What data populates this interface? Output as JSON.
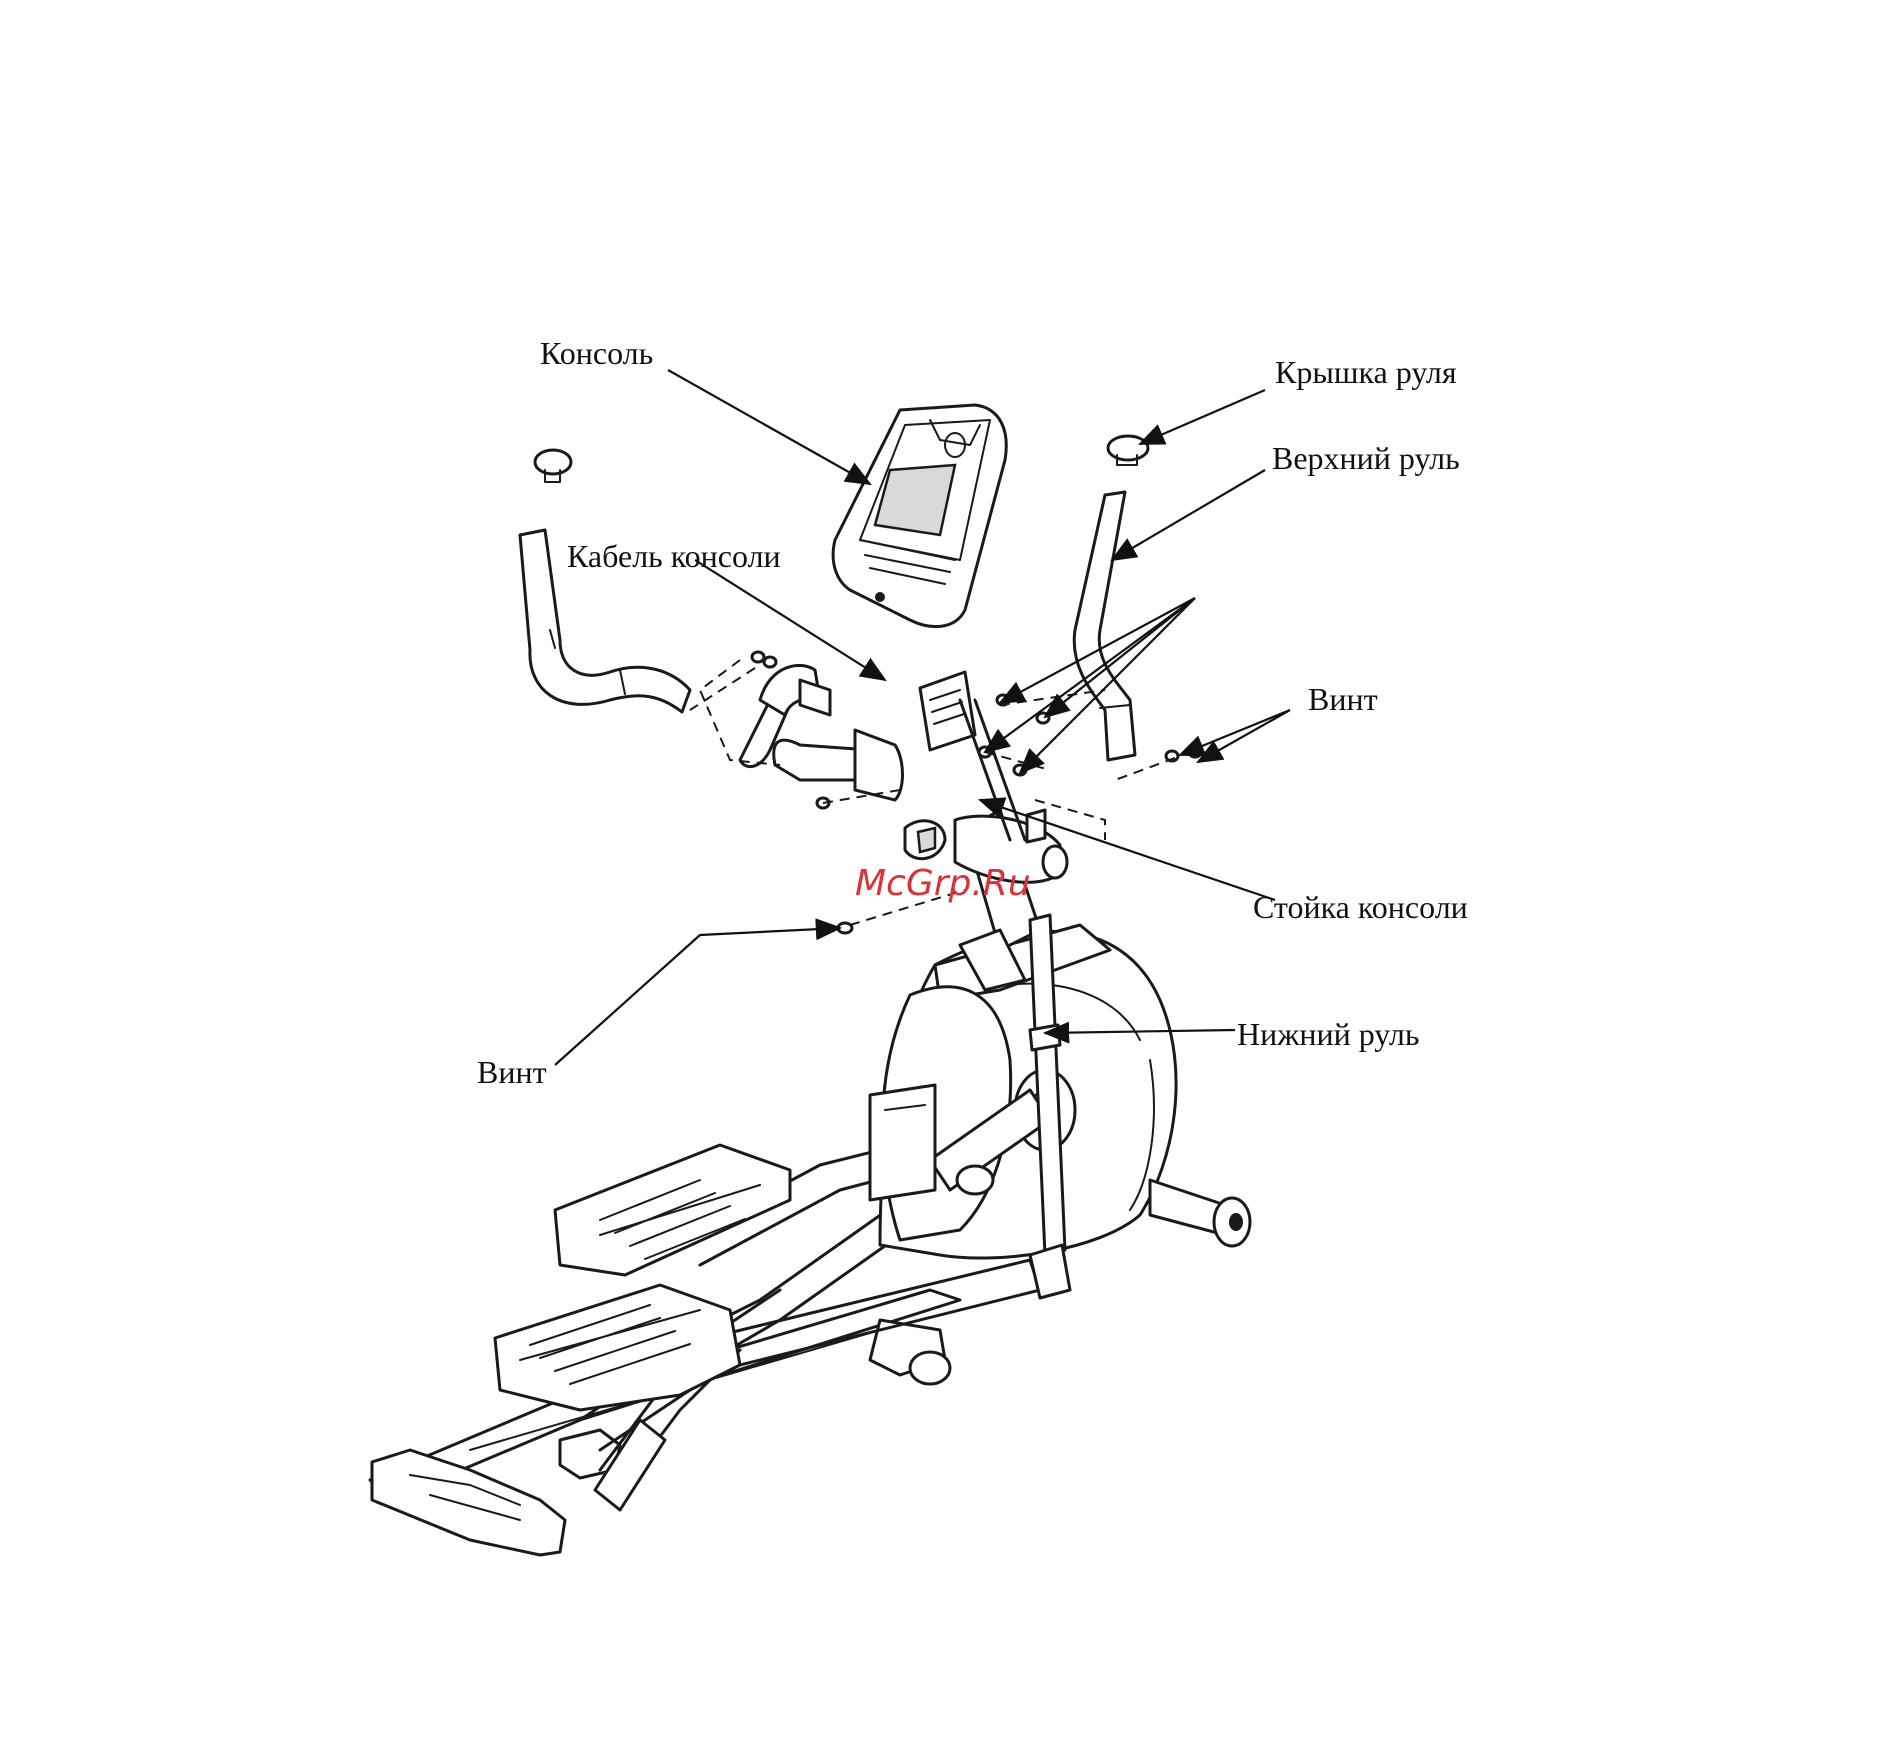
{
  "labels": {
    "console": "Консоль",
    "handlebar_cap": "Крышка руля",
    "upper_handlebar": "Верхний руль",
    "console_cable": "Кабель консоли",
    "screw_right": "Винт",
    "console_mast": "Стойка консоли",
    "screw_left": "Винт",
    "lower_handlebar": "Нижний руль"
  },
  "watermark": {
    "text": "McGrp.Ru",
    "color": "#d9333b"
  },
  "colors": {
    "line": "#1a1a1a",
    "background": "#ffffff"
  }
}
